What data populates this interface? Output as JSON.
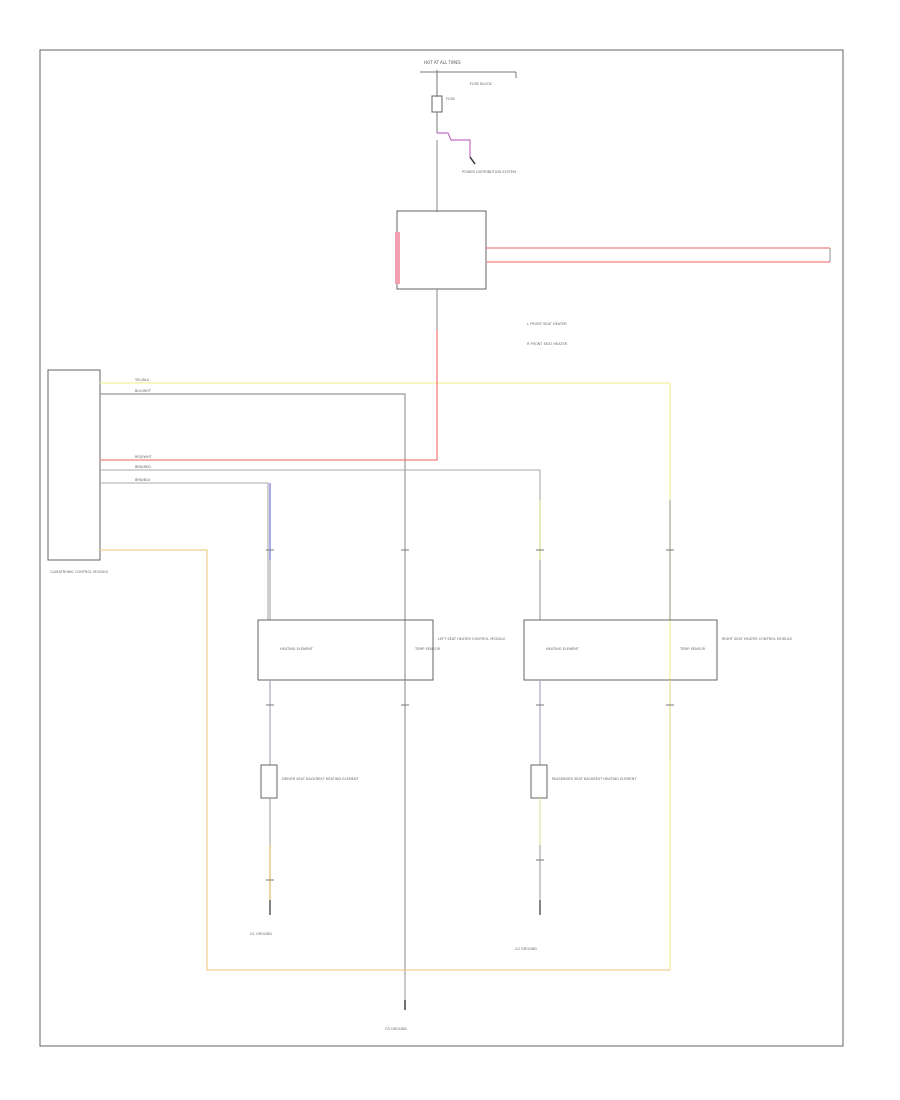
{
  "diagram": {
    "title": "",
    "footer_code": "",
    "power": {
      "top_label": "HOT AT ALL TIMES",
      "fuse_label": "FUSE",
      "fuse_block_label": "FUSE BLOCK",
      "distribution_label": "POWER DISTRIBUTION SYSTEM"
    },
    "module": {
      "label": "CLIMATRONIC CONTROL MODULE"
    },
    "legend": {
      "item1": "L FRONT SEAT HEATER",
      "item2": "R FRONT SEAT HEATER"
    },
    "left_seat": {
      "control_label": "LEFT SEAT HEATER CONTROL MODULE",
      "heater_label": "HEATING ELEMENT",
      "sensor_label": "TEMP SENSOR",
      "element_label": "DRIVER SEAT BACKREST HEATING ELEMENT",
      "ground_label": "G1 GROUND"
    },
    "right_seat": {
      "control_label": "RIGHT SEAT HEATER CONTROL MODULE",
      "heater_label": "HEATING ELEMENT",
      "sensor_label": "TEMP SENSOR",
      "element_label": "PASSENGER SEAT BACKREST HEATING ELEMENT",
      "ground_label": "G2 GROUND"
    },
    "main_ground": {
      "label": "G3 GROUND"
    },
    "wire_labels": {
      "w1": "YEL/BLU",
      "w2": "BLK/WHT",
      "w3": "RED/WHT",
      "w4": "BRN/RED",
      "w5": "BRN/BLU"
    }
  }
}
